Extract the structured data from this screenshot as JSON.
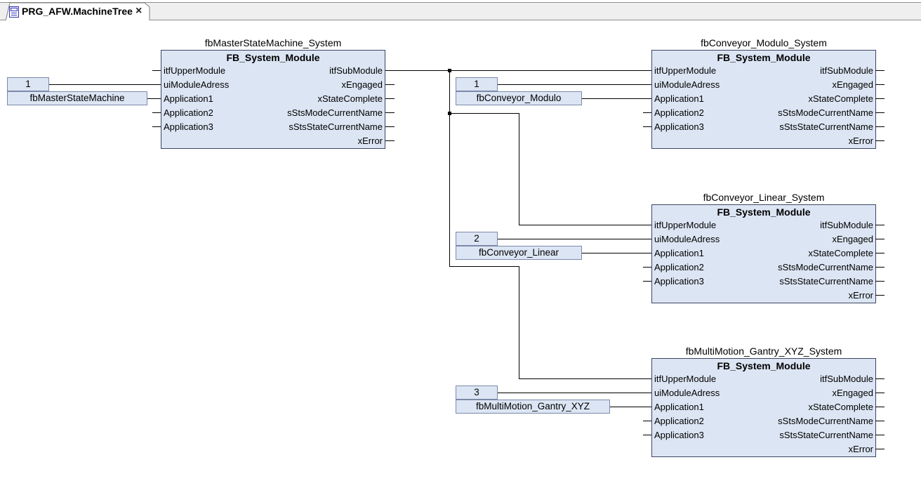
{
  "tab": {
    "title": "PRG_AFW.MachineTree",
    "close": "×"
  },
  "diagram": {
    "fb_type": "FB_System_Module",
    "pins": {
      "inputs": [
        "itfUpperModule",
        "uiModuleAdress",
        "Application1",
        "Application2",
        "Application3"
      ],
      "outputs": [
        "itfSubModule",
        "xEngaged",
        "xStateComplete",
        "sStsModeCurrentName",
        "sStsStateCurrentName",
        "xError"
      ]
    },
    "blocks": [
      {
        "instance": "fbMasterStateMachine_System",
        "address": "1",
        "application1": "fbMasterStateMachine"
      },
      {
        "instance": "fbConveyor_Modulo_System",
        "address": "1",
        "application1": "fbConveyor_Modulo"
      },
      {
        "instance": "fbConveyor_Linear_System",
        "address": "2",
        "application1": "fbConveyor_Linear"
      },
      {
        "instance": "fbMultiMotion_Gantry_XYZ_System",
        "address": "3",
        "application1": "fbMultiMotion_Gantry_XYZ"
      }
    ],
    "connections": [
      {
        "from": "fbMasterStateMachine_System.itfSubModule",
        "to": "fbConveyor_Modulo_System.itfUpperModule"
      },
      {
        "from": "fbMasterStateMachine_System.itfSubModule",
        "to": "fbConveyor_Linear_System.itfUpperModule"
      },
      {
        "from": "fbMasterStateMachine_System.itfSubModule",
        "to": "fbMultiMotion_Gantry_XYZ_System.itfUpperModule"
      }
    ],
    "colors": {
      "block_fill": "#dce5f3",
      "block_border": "#3c4663",
      "operand_border": "#7c8aa9",
      "wire": "#000000",
      "tabstrip_bg": "#efefef",
      "tabstrip_line": "#8f8f8f"
    }
  }
}
